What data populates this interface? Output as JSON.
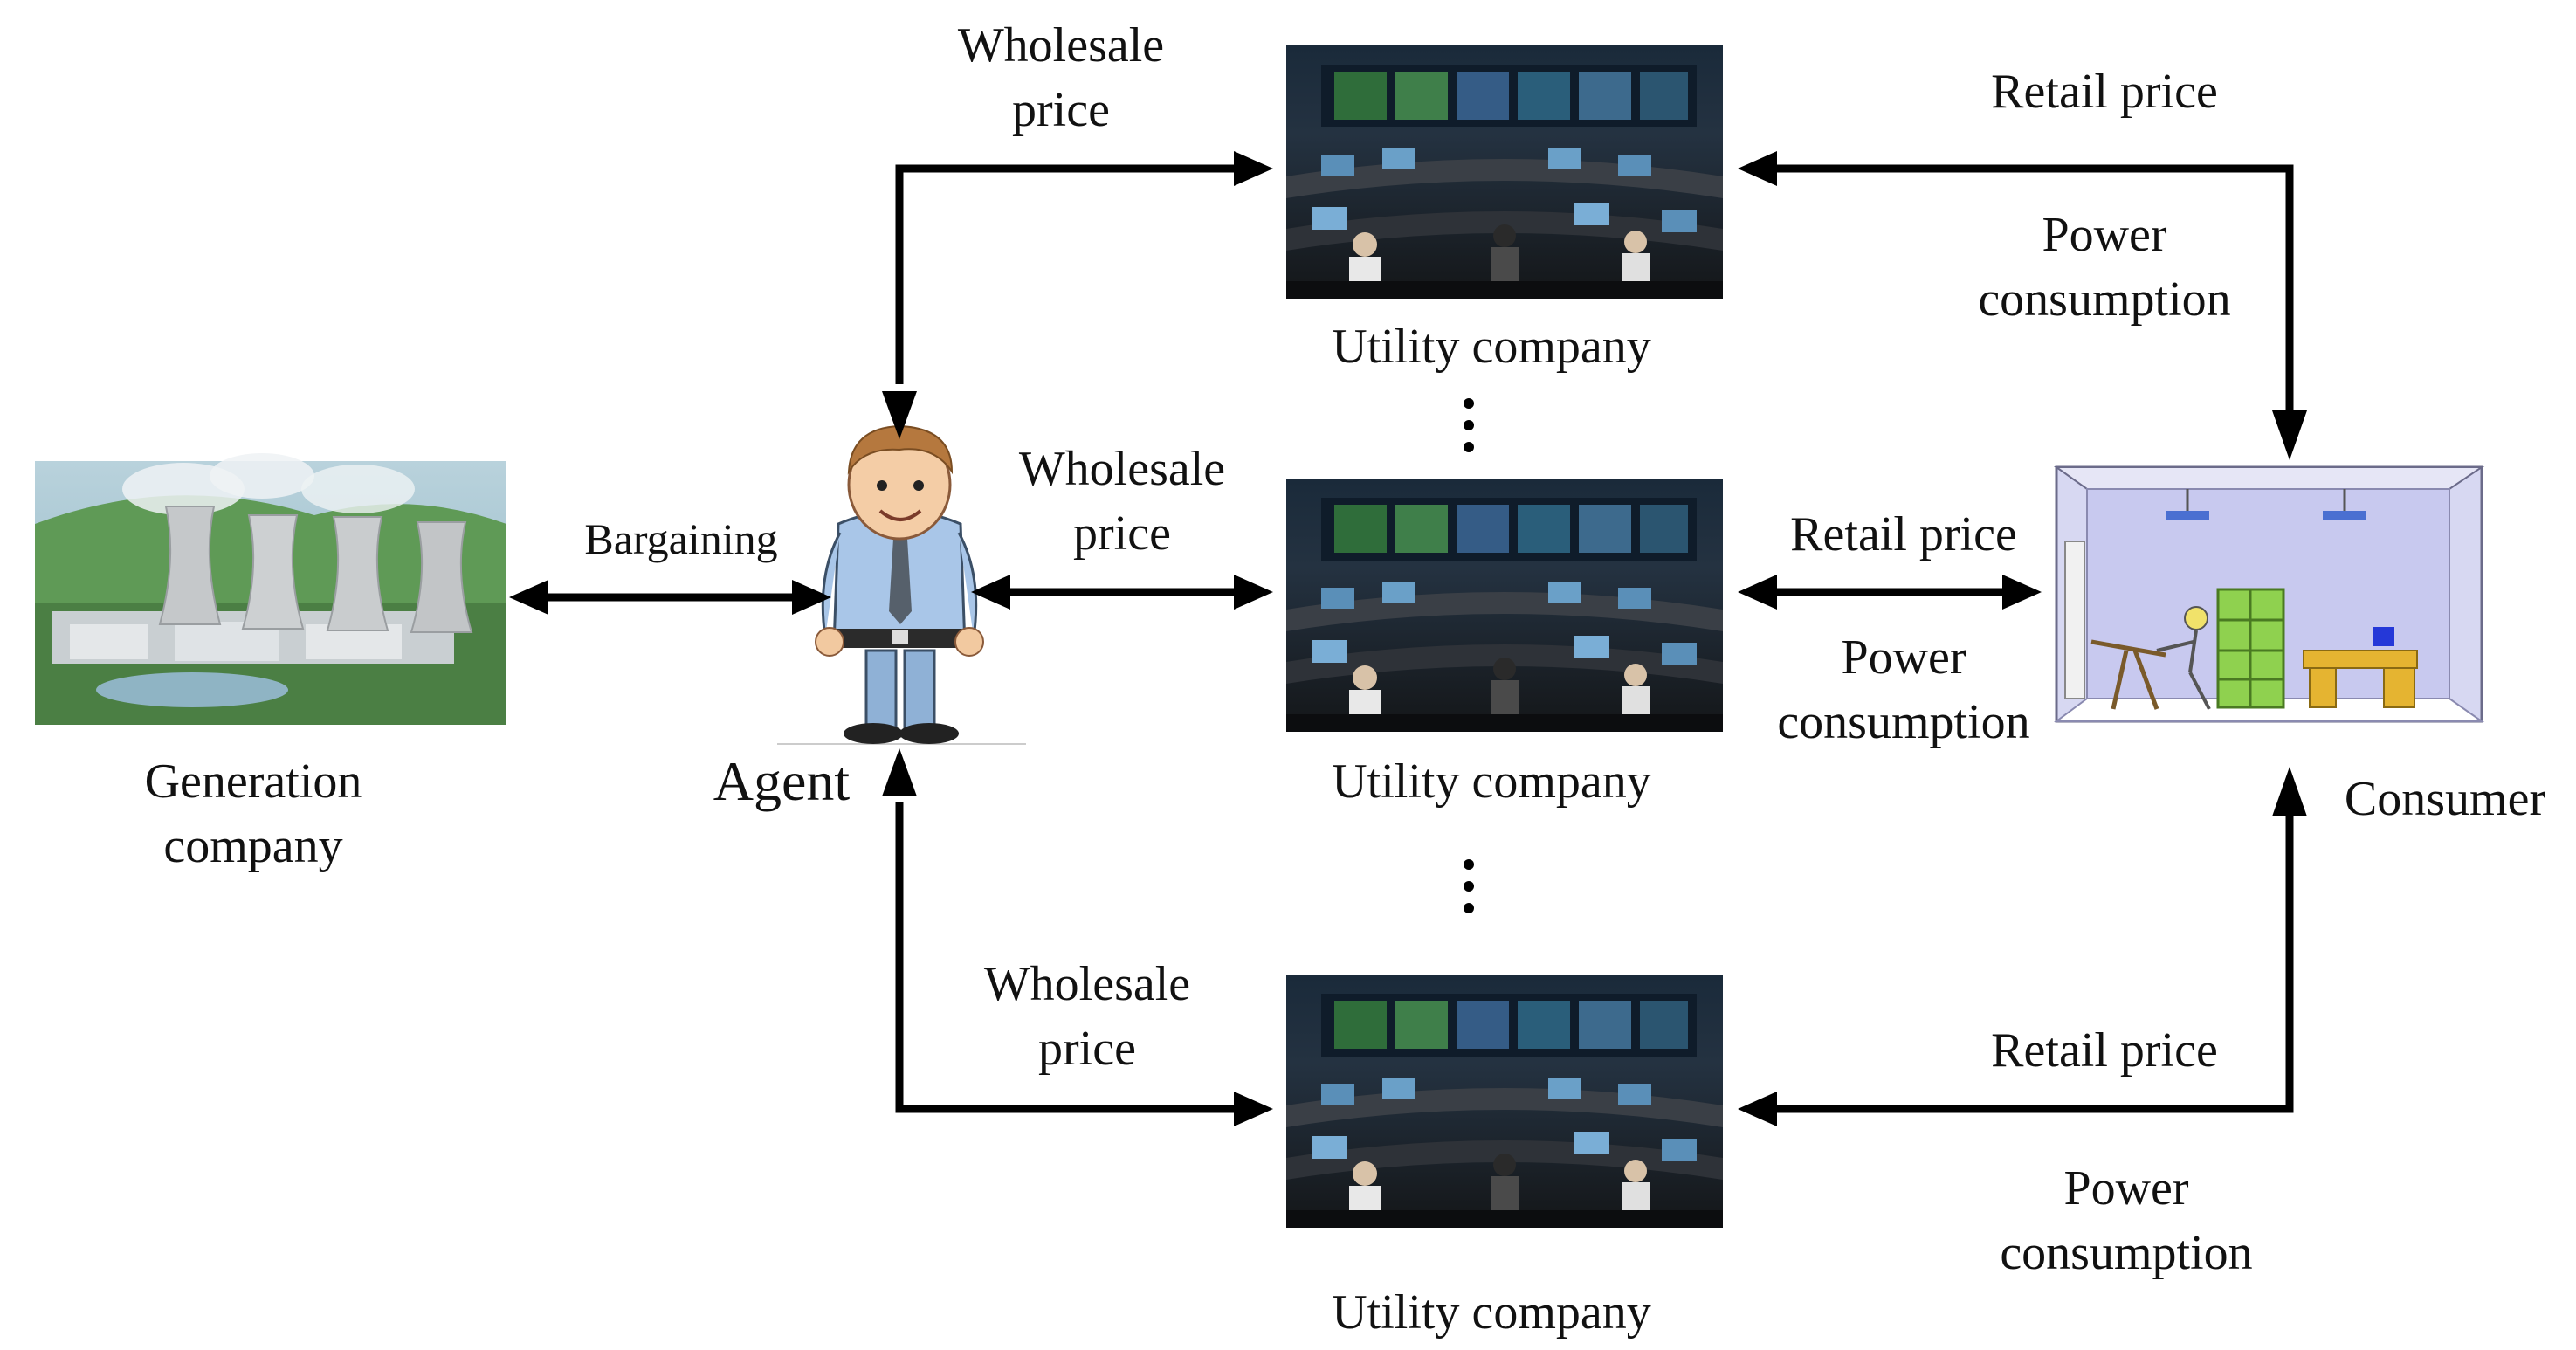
{
  "nodes": {
    "generation_company": {
      "label_line1": "Generation",
      "label_line2": "company"
    },
    "agent": {
      "label": "Agent"
    },
    "utility_top": {
      "label": "Utility company"
    },
    "utility_mid": {
      "label": "Utility company"
    },
    "utility_bottom": {
      "label": "Utility company"
    },
    "consumer": {
      "label": "Consumer"
    }
  },
  "edges": {
    "bargaining": {
      "label": "Bargaining"
    },
    "wholesale_top": {
      "label_line1": "Wholesale",
      "label_line2": "price"
    },
    "wholesale_mid": {
      "label_line1": "Wholesale",
      "label_line2": "price"
    },
    "wholesale_bottom": {
      "label_line1": "Wholesale",
      "label_line2": "price"
    },
    "retail_top": {
      "price_label": "Retail price",
      "consumption_line1": "Power",
      "consumption_line2": "consumption"
    },
    "retail_mid": {
      "price_label": "Retail price",
      "consumption_line1": "Power",
      "consumption_line2": "consumption"
    },
    "retail_bottom": {
      "price_label": "Retail price",
      "consumption_line1": "Power",
      "consumption_line2": "consumption"
    }
  },
  "colors": {
    "arrow": "#000000",
    "sky": "#9fc2d0",
    "forest": "#4f8a46",
    "control_room": "#1d2228",
    "room_wall": "#c8c9ef",
    "shelf": "#8fd14f",
    "desk": "#e5b431"
  }
}
